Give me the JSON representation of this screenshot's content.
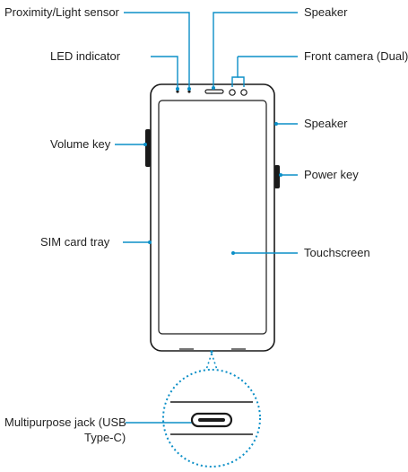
{
  "labels": {
    "proximity_light_sensor": "Proximity/Light sensor",
    "speaker_top": "Speaker",
    "led_indicator": "LED indicator",
    "front_camera": "Front camera (Dual)",
    "speaker_side": "Speaker",
    "volume_key": "Volume key",
    "power_key": "Power key",
    "sim_card_tray": "SIM card tray",
    "touchscreen": "Touchscreen",
    "multipurpose_jack_line1": "Multipurpose jack (USB",
    "multipurpose_jack_line2": "Type-C)"
  },
  "colors": {
    "leader": "#0b8fc7",
    "outline": "#1a1a1a",
    "text": "#222222"
  }
}
